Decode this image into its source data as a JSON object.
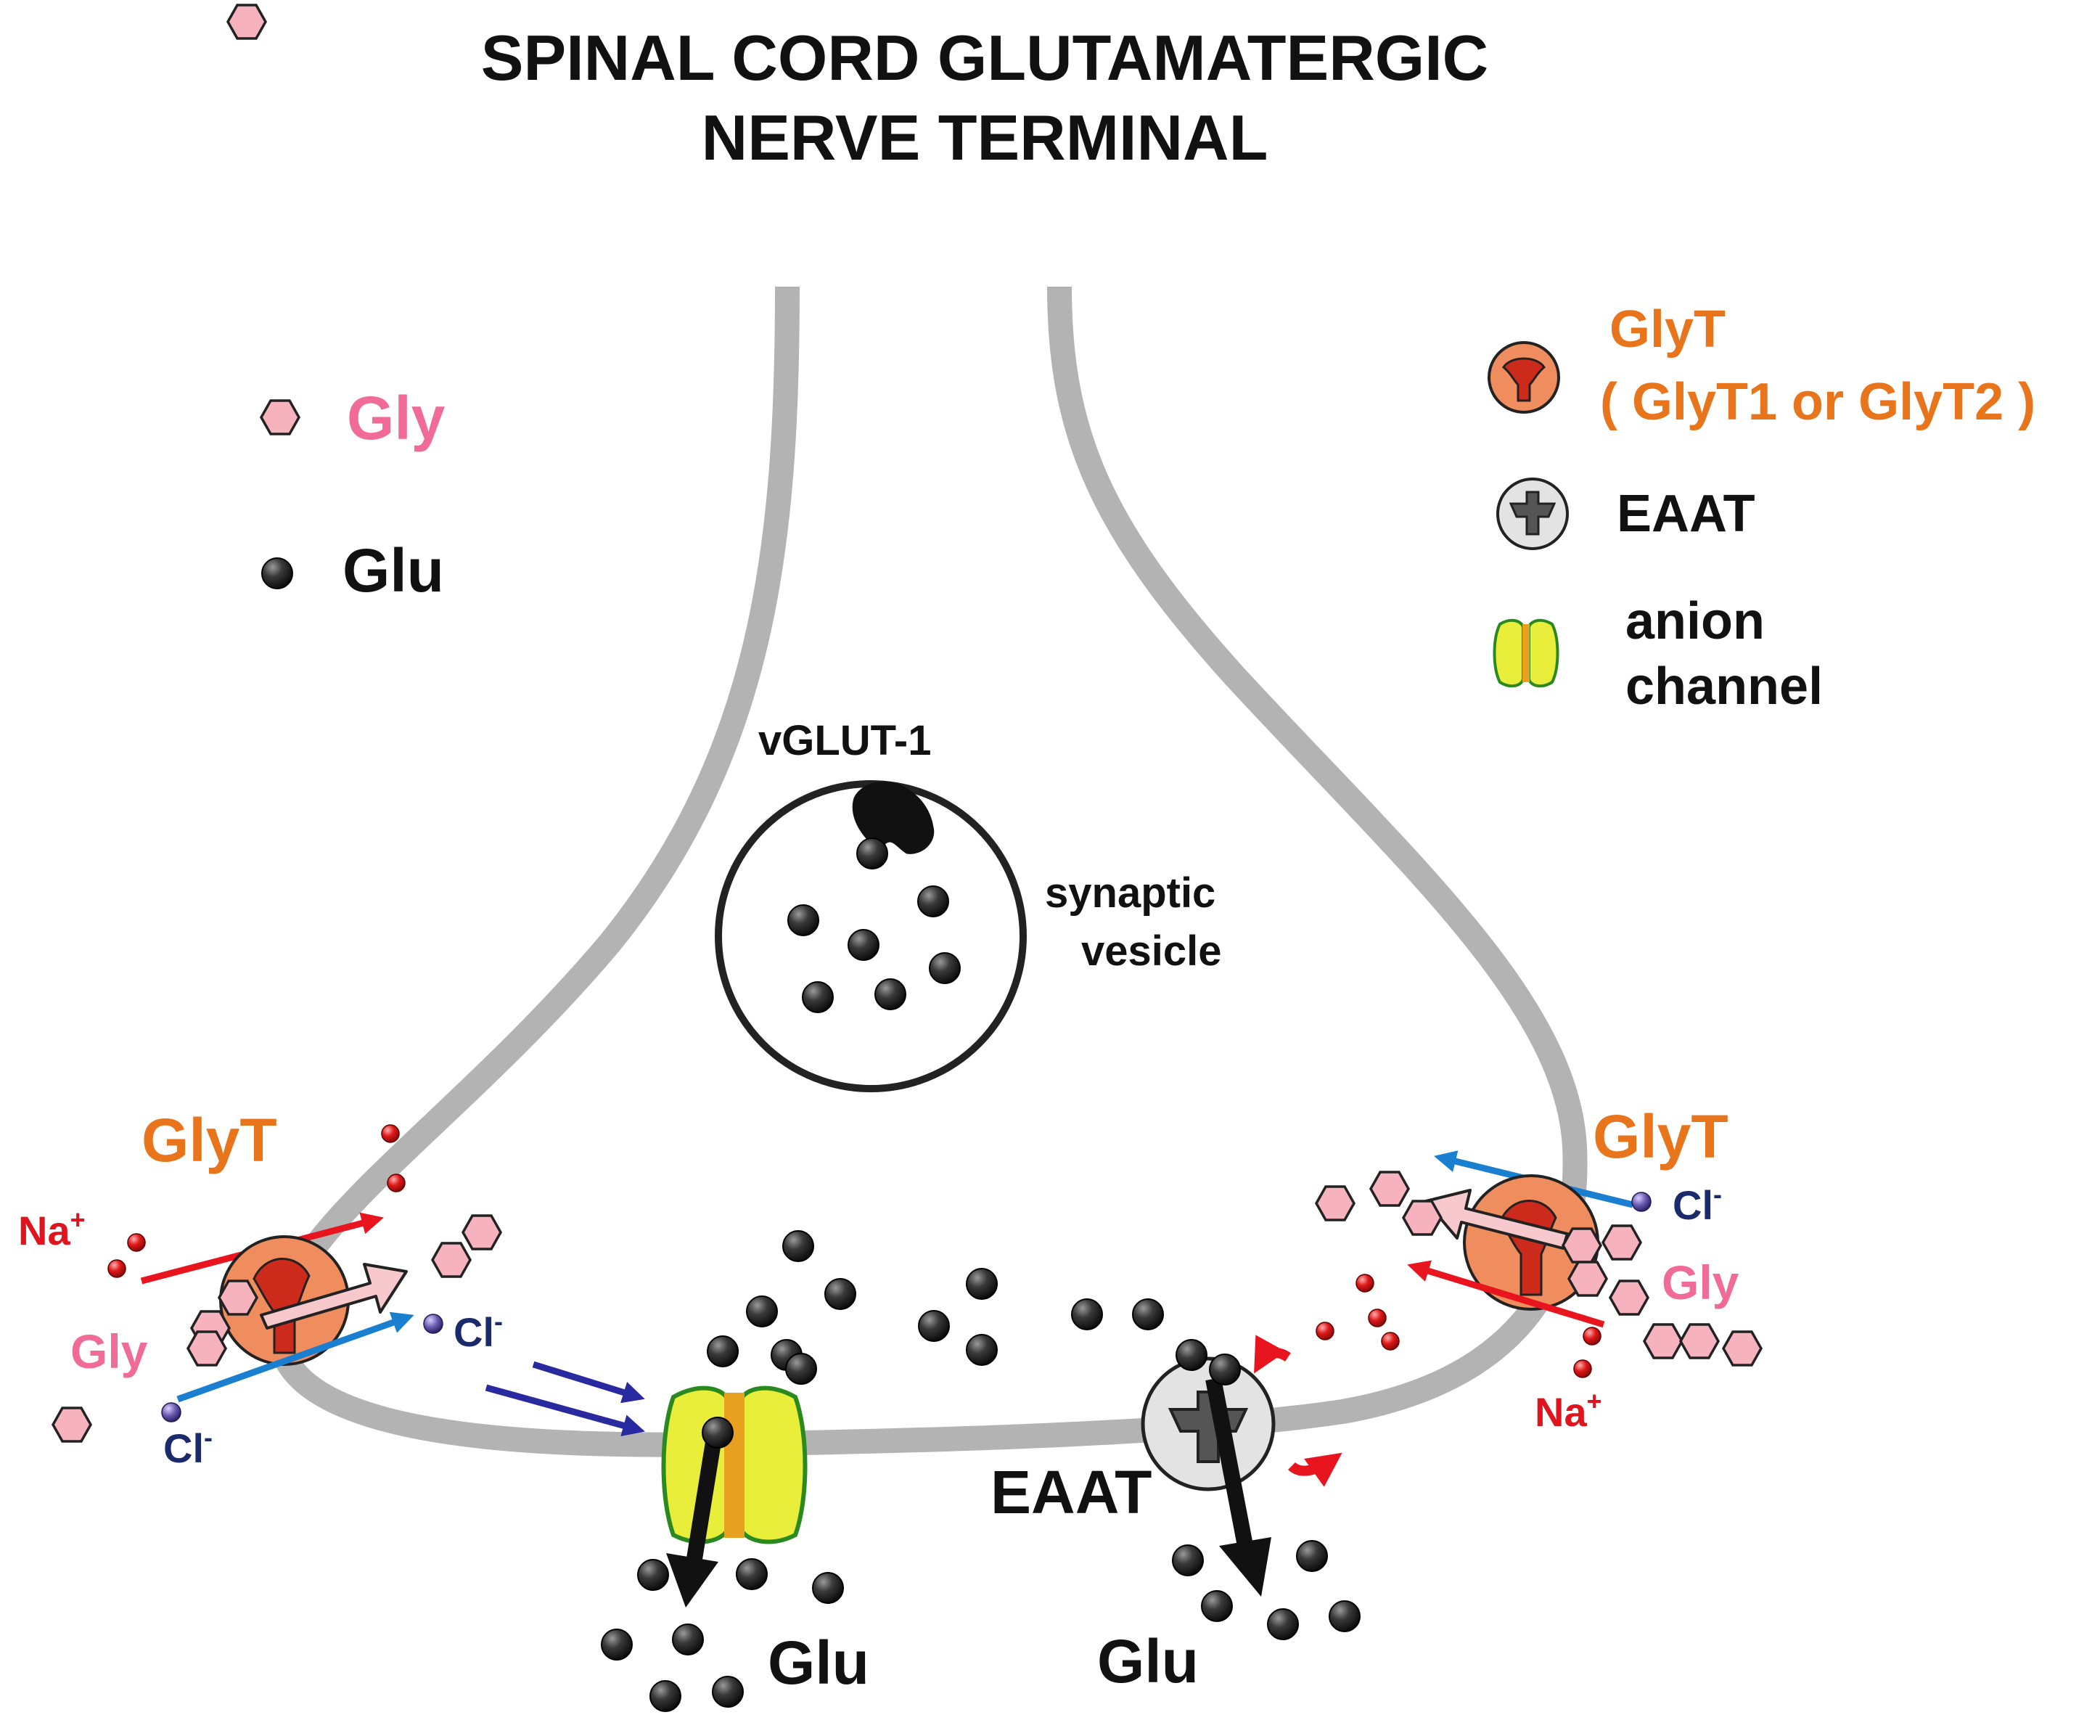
{
  "title": {
    "line1": "SPINAL CORD GLUTAMATERGIC",
    "line2": "NERVE TERMINAL"
  },
  "legend": {
    "gly": "Gly",
    "glu": "Glu",
    "glyt": "GlyT",
    "glyt_subtypes": "( GlyT1 or GlyT2 )",
    "eaat": "EAAT",
    "anion_line1": "anion",
    "anion_line2": "channel"
  },
  "labels": {
    "vglut": "vGLUT-1",
    "vesicle_line1": "synaptic",
    "vesicle_line2": "vesicle",
    "glyt_left": "GlyT",
    "glyt_right": "GlyT",
    "na": "Na",
    "cl": "Cl",
    "plus": "+",
    "minus": "-",
    "gly": "Gly",
    "eaat": "EAAT",
    "glu": "Glu"
  },
  "colors": {
    "membrane": "#b3b3b3",
    "gly": "#f7b3bd",
    "glu": "#2b2b2b",
    "glyt": "#f08d5f",
    "glyt_core": "#cc2a1a",
    "eaat": "#e3e3e3",
    "anion_channel": "#e8ee3a",
    "na": "#e0141e",
    "cl": "#7a68b8",
    "cl_arrow": "#1a7fd0",
    "flow_arrow": "#2a2aa0",
    "glyt_text": "#e8741c",
    "gly_text": "#f06b96"
  },
  "icons": [
    "glycine-hexagon-icon",
    "glutamate-sphere-icon",
    "glyt-transporter-icon",
    "eaat-transporter-icon",
    "anion-channel-icon",
    "vglut1-icon"
  ]
}
